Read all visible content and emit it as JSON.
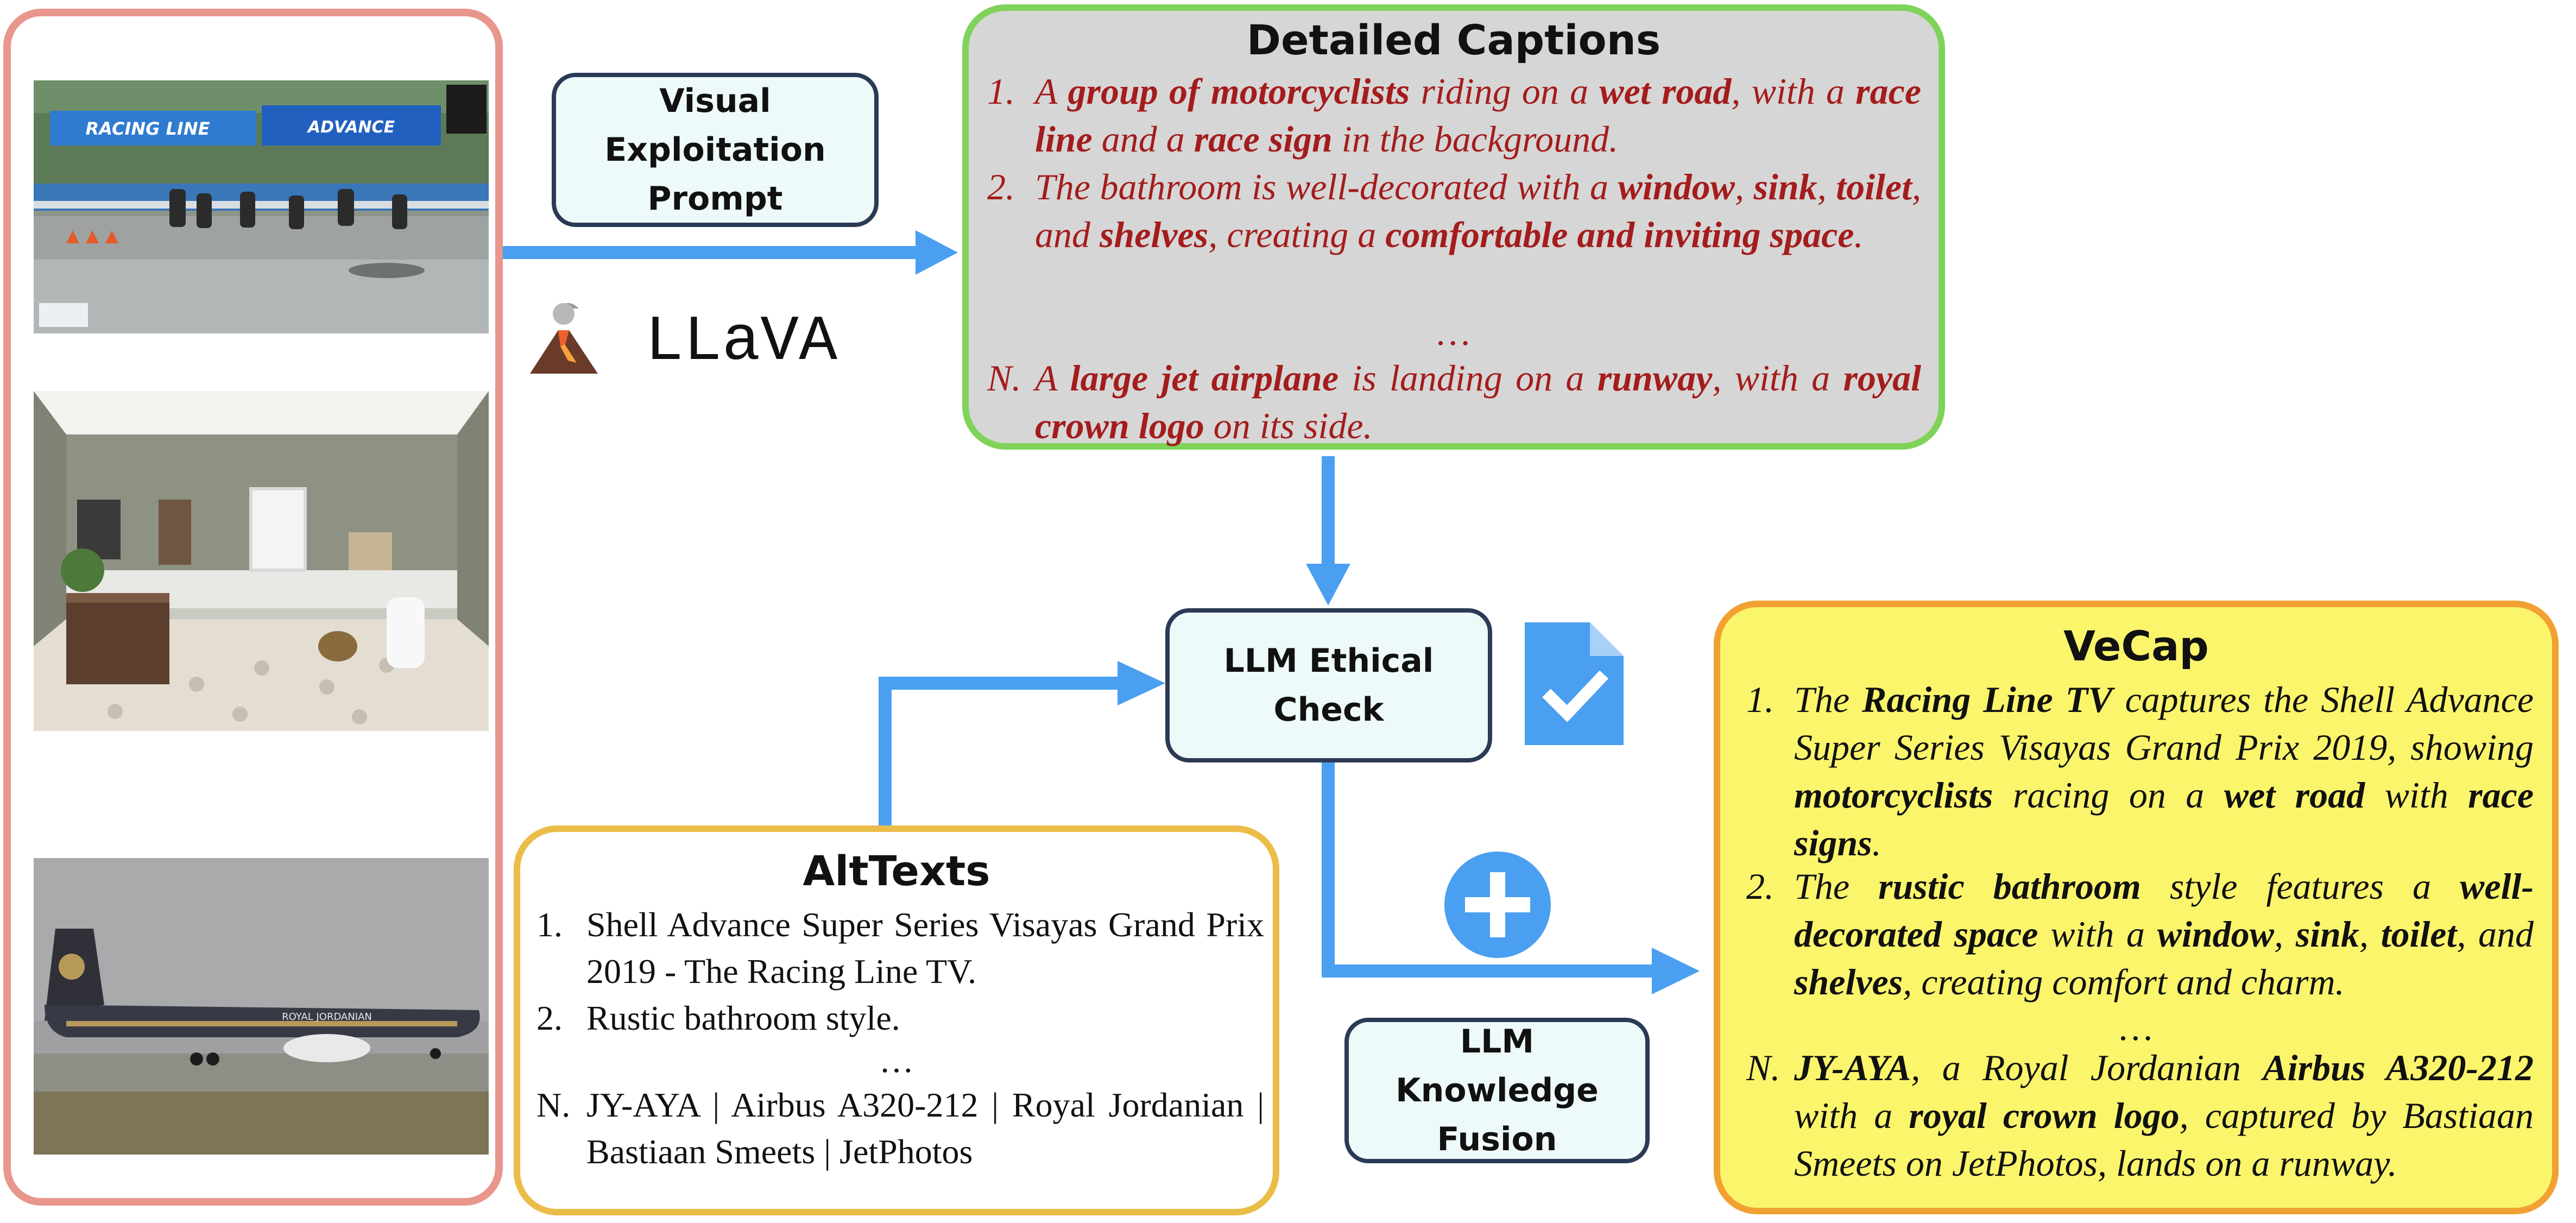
{
  "llava": {
    "label": "LLaVA"
  },
  "boxes": {
    "visual_prompt": "Visual Exploitation Prompt",
    "ethical_check": "LLM Ethical Check",
    "knowledge_fusion": "LLM Knowledge Fusion"
  },
  "detailed_captions": {
    "title": "Detailed Captions",
    "ellipsis": "…",
    "items": [
      {
        "num": "1.",
        "parts": [
          {
            "t": "A ",
            "b": false
          },
          {
            "t": "group of motorcyclists",
            "b": true
          },
          {
            "t": " riding on a ",
            "b": false
          },
          {
            "t": "wet road",
            "b": true
          },
          {
            "t": ", with a ",
            "b": false
          },
          {
            "t": "race line",
            "b": true
          },
          {
            "t": " and a ",
            "b": false
          },
          {
            "t": "race sign",
            "b": true
          },
          {
            "t": " in the background.",
            "b": false
          }
        ]
      },
      {
        "num": "2.",
        "parts": [
          {
            "t": "The bathroom is well-decorated with a ",
            "b": false
          },
          {
            "t": "window",
            "b": true
          },
          {
            "t": ", ",
            "b": false
          },
          {
            "t": "sink",
            "b": true
          },
          {
            "t": ", ",
            "b": false
          },
          {
            "t": "toilet",
            "b": true
          },
          {
            "t": ", and ",
            "b": false
          },
          {
            "t": "shelves",
            "b": true
          },
          {
            "t": ", creating a ",
            "b": false
          },
          {
            "t": "comfortable and inviting space",
            "b": true
          },
          {
            "t": ".",
            "b": false
          }
        ]
      },
      {
        "num": "N.",
        "parts": [
          {
            "t": "A ",
            "b": false
          },
          {
            "t": "large jet airplane",
            "b": true
          },
          {
            "t": " is landing on a ",
            "b": false
          },
          {
            "t": "runway",
            "b": true
          },
          {
            "t": ", with a ",
            "b": false
          },
          {
            "t": "royal crown logo",
            "b": true
          },
          {
            "t": " on its side.",
            "b": false
          }
        ]
      }
    ]
  },
  "alttexts": {
    "title": "AltTexts",
    "ellipsis": "…",
    "items": [
      {
        "num": "1.",
        "text": "Shell Advance Super Series Visayas Grand Prix 2019 - The Racing Line TV."
      },
      {
        "num": "2.",
        "text": "Rustic bathroom style."
      },
      {
        "num": "N.",
        "text": "JY-AYA | Airbus A320-212 | Royal Jordanian | Bastiaan Smeets | JetPhotos"
      }
    ]
  },
  "vecap": {
    "title": "VeCap",
    "ellipsis": "…",
    "items": [
      {
        "num": "1.",
        "parts": [
          {
            "t": "The ",
            "b": false
          },
          {
            "t": "Racing Line TV",
            "b": true
          },
          {
            "t": " captures the Shell Advance Super Series Visayas Grand Prix 2019, showing ",
            "b": false
          },
          {
            "t": "motorcyclists",
            "b": true
          },
          {
            "t": " racing on a ",
            "b": false
          },
          {
            "t": "wet road",
            "b": true
          },
          {
            "t": " with ",
            "b": false
          },
          {
            "t": "race signs",
            "b": true
          },
          {
            "t": ".",
            "b": false
          }
        ]
      },
      {
        "num": "2.",
        "parts": [
          {
            "t": "The ",
            "b": false
          },
          {
            "t": "rustic bathroom",
            "b": true
          },
          {
            "t": " style features a ",
            "b": false
          },
          {
            "t": "well-decorated space",
            "b": true
          },
          {
            "t": " with a ",
            "b": false
          },
          {
            "t": "window",
            "b": true
          },
          {
            "t": ", ",
            "b": false
          },
          {
            "t": "sink",
            "b": true
          },
          {
            "t": ", ",
            "b": false
          },
          {
            "t": "toilet",
            "b": true
          },
          {
            "t": ", and ",
            "b": false
          },
          {
            "t": "shelves",
            "b": true
          },
          {
            "t": ", creating comfort and charm.",
            "b": false
          }
        ]
      },
      {
        "num": "N.",
        "parts": [
          {
            "t": "JY-AYA",
            "b": true
          },
          {
            "t": ", a Royal Jordanian ",
            "b": false
          },
          {
            "t": "Airbus A320-212",
            "b": true
          },
          {
            "t": " with a ",
            "b": false
          },
          {
            "t": "royal crown logo",
            "b": true
          },
          {
            "t": ", captured by Bastiaan Smeets on JetPhotos, lands on a runway.",
            "b": false
          }
        ]
      }
    ]
  },
  "photo_signage": {
    "banner_left": "RACING LINE",
    "banner_right": "ADVANCE",
    "airline_livery": "ROYAL JORDANIAN"
  },
  "icons": [
    "volcano-icon",
    "document-check-icon",
    "plus-icon"
  ],
  "colors": {
    "arrow": "#4a9ff0",
    "captions_border": "#7fd35a",
    "captions_fill": "#d6d6d6",
    "captions_text": "#a41c1c",
    "alttexts_border": "#ebbd48",
    "vecap_border": "#f0a132",
    "vecap_fill": "#fbf56c",
    "images_border": "#e9968c",
    "process_fill": "#eefafa",
    "process_border": "#2b3a55"
  }
}
